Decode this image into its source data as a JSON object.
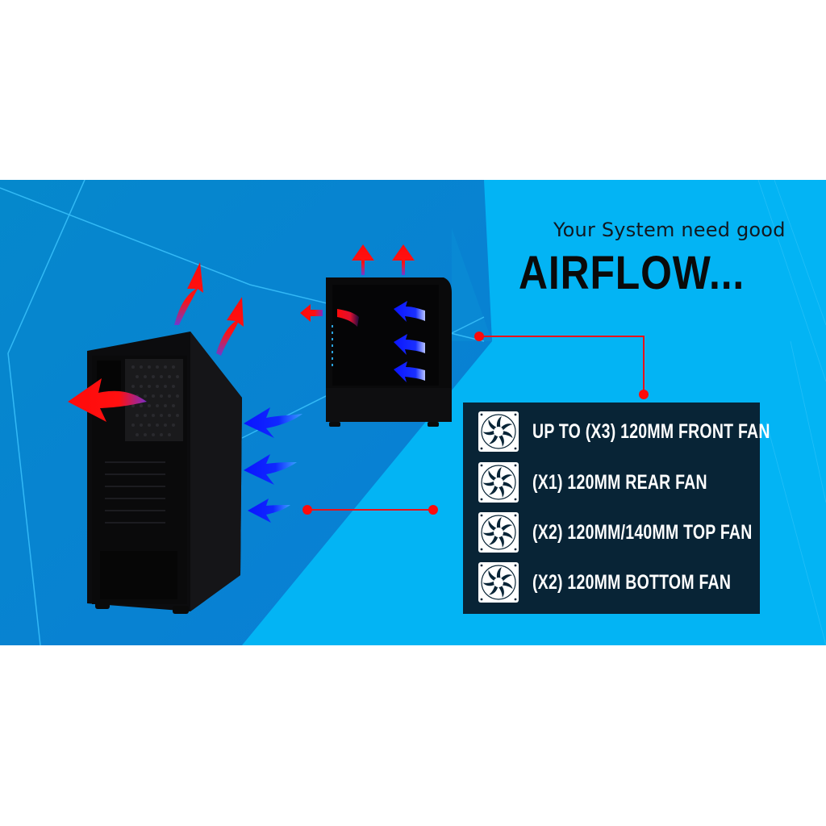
{
  "headline": {
    "subtitle": "Your System need good",
    "title": "AIRFLOW..."
  },
  "fan_support": [
    {
      "icon": "fan-icon",
      "label": "UP TO (X3) 120MM FRONT FAN"
    },
    {
      "icon": "fan-icon",
      "label": "(X1) 120MM REAR FAN"
    },
    {
      "icon": "fan-icon",
      "label": "(X2) 120MM/140MM TOP FAN"
    },
    {
      "icon": "fan-icon",
      "label": "(X2) 120MM BOTTOM FAN"
    }
  ],
  "illustration": {
    "cases": [
      "pc-case-rear-view",
      "pc-case-side-view"
    ],
    "exhaust_arrow_color": "#ff0a0a",
    "intake_arrow_color": "#0a1cff",
    "connector_color": "#e8131b"
  },
  "colors": {
    "background_light": "#03b4f4",
    "background_dark": "#0587cf",
    "panel": "#082436",
    "title_text": "#0a0a0a"
  }
}
